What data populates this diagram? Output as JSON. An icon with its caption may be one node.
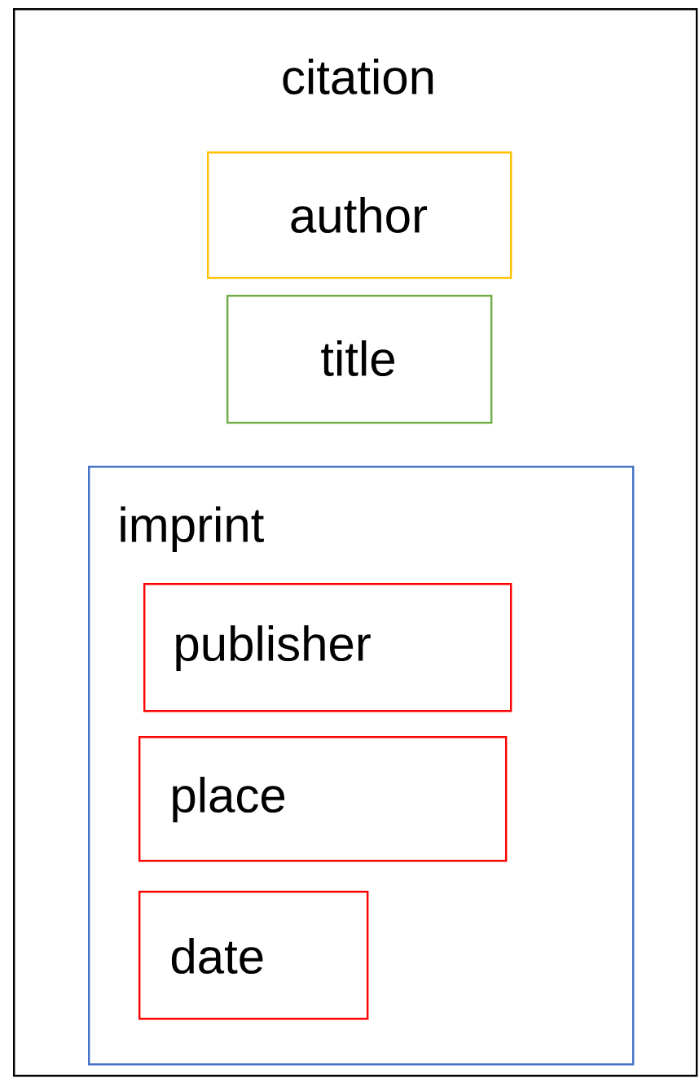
{
  "diagram": {
    "nodes": [
      {
        "text": [
          "citation"
        ]
      },
      {
        "text": [
          "author"
        ],
        "in": 0
      },
      {
        "text": [
          "title"
        ],
        "in": 0
      },
      {
        "text": [
          "imprint"
        ],
        "in": 0
      },
      {
        "text": [
          "publisher"
        ],
        "in": 3
      },
      {
        "text": [
          "place"
        ],
        "in": 3
      },
      {
        "text": [
          "date"
        ],
        "in": 3
      }
    ]
  }
}
